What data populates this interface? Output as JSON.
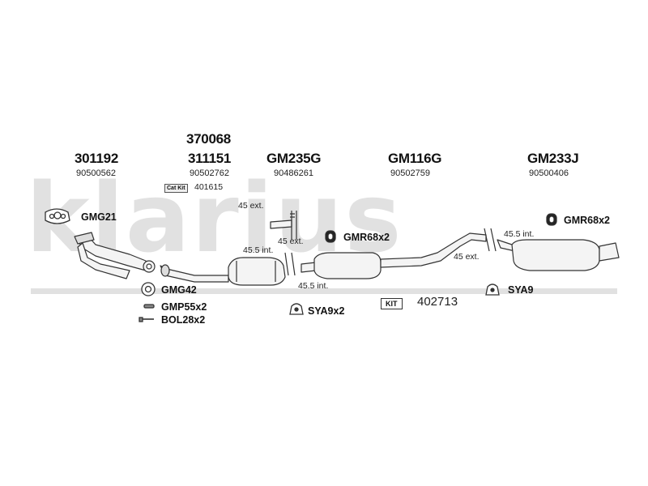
{
  "watermark": {
    "text": "klarius"
  },
  "parts": [
    {
      "code": "301192",
      "sub": "90500562"
    },
    {
      "code": "370068",
      "sub": ""
    },
    {
      "code": "311151",
      "sub": "90502762"
    },
    {
      "code": "GM235G",
      "sub": "90486261"
    },
    {
      "code": "GM116G",
      "sub": "90502759"
    },
    {
      "code": "GM233J",
      "sub": "90500406"
    }
  ],
  "cat_kit": {
    "badge": "Cat Kit",
    "value": "401615"
  },
  "kit": {
    "badge": "KIT",
    "value": "402713"
  },
  "dims": [
    "45 ext.",
    "45 ext.",
    "45.5 int.",
    "45.5 int.",
    "45.5 int.",
    "45 ext."
  ],
  "fittings": [
    {
      "label": "GMG21",
      "icon": "gasket-flange-icon"
    },
    {
      "label": "GMG42",
      "icon": "ring-gasket-icon"
    },
    {
      "label": "GMP55x2",
      "icon": "pin-icon"
    },
    {
      "label": "BOL28x2",
      "icon": "bolt-icon"
    },
    {
      "label": "GMR68x2",
      "icon": "rubber-mount-icon"
    },
    {
      "label": "SYA9x2",
      "icon": "hanger-bracket-icon"
    },
    {
      "label": "SYA9",
      "icon": "hanger-bracket-icon"
    },
    {
      "label": "GMR68x2",
      "icon": "rubber-mount-icon"
    }
  ],
  "colors": {
    "watermark": "#e1e1e1",
    "line": "#333333",
    "pipe_fill": "#f2f2f2"
  }
}
